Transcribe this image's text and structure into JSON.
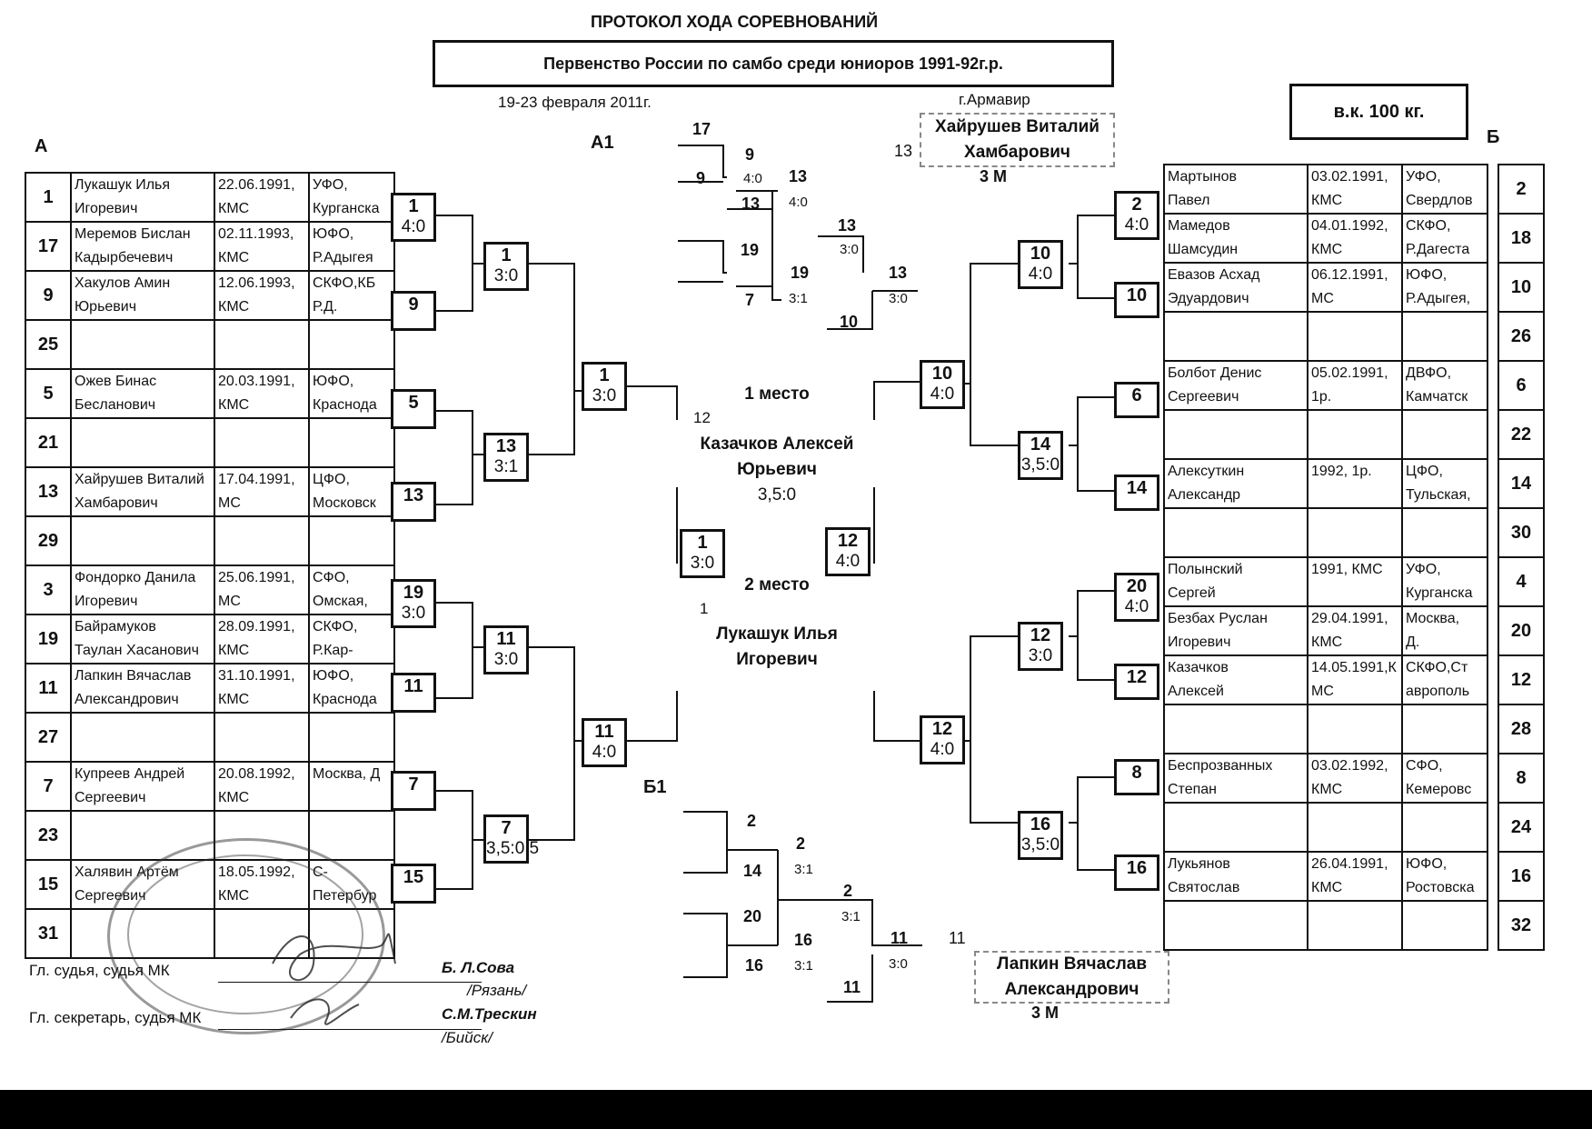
{
  "header": {
    "title": "ПРОТОКОЛ ХОДА СОРЕВНОВАНИЙ",
    "event": "Первенство России по самбо среди юниоров 1991-92г.р.",
    "dates": "19-23 февраля 2011г.",
    "city": "г.Армавир",
    "weight": "в.к. 100 кг."
  },
  "labels": {
    "group_a": "А",
    "group_b": "Б",
    "a1": "А1",
    "b1": "Б1"
  },
  "group_a": [
    {
      "num": "1",
      "name1": "Лукашук Илья",
      "name2": "Игоревич",
      "date1": "22.06.1991,",
      "date2": "КМС",
      "reg1": "УФО,",
      "reg2": "Курганска"
    },
    {
      "num": "17",
      "name1": "Меремов Бислан",
      "name2": "Кадырбечевич",
      "date1": "02.11.1993,",
      "date2": "КМС",
      "reg1": "ЮФО,",
      "reg2": "Р.Адыгея"
    },
    {
      "num": "9",
      "name1": "Хакулов Амин",
      "name2": "Юрьевич",
      "date1": "12.06.1993,",
      "date2": "КМС",
      "reg1": "СКФО,КБ",
      "reg2": "Р.Д."
    },
    {
      "num": "25",
      "name1": "",
      "name2": "",
      "date1": "",
      "date2": "",
      "reg1": "",
      "reg2": ""
    },
    {
      "num": "5",
      "name1": "Ожев Бинас",
      "name2": "Бесланович",
      "date1": "20.03.1991,",
      "date2": "КМС",
      "reg1": "ЮФО,",
      "reg2": "Краснода"
    },
    {
      "num": "21",
      "name1": "",
      "name2": "",
      "date1": "",
      "date2": "",
      "reg1": "",
      "reg2": ""
    },
    {
      "num": "13",
      "name1": "Хайрушев Виталий",
      "name2": "Хамбарович",
      "date1": "17.04.1991,",
      "date2": "МС",
      "reg1": "ЦФО,",
      "reg2": "Московск"
    },
    {
      "num": "29",
      "name1": "",
      "name2": "",
      "date1": "",
      "date2": "",
      "reg1": "",
      "reg2": ""
    },
    {
      "num": "3",
      "name1": "Фондорко Данила",
      "name2": "Игоревич",
      "date1": "25.06.1991,",
      "date2": "МС",
      "reg1": "СФО,",
      "reg2": "Омская,"
    },
    {
      "num": "19",
      "name1": "Байрамуков",
      "name2": "Таулан Хасанович",
      "date1": "28.09.1991,",
      "date2": "КМС",
      "reg1": "СКФО,",
      "reg2": "Р.Кар-"
    },
    {
      "num": "11",
      "name1": "Лапкин Вячаслав",
      "name2": "Александрович",
      "date1": "31.10.1991,",
      "date2": "КМС",
      "reg1": "ЮФО,",
      "reg2": "Краснода"
    },
    {
      "num": "27",
      "name1": "",
      "name2": "",
      "date1": "",
      "date2": "",
      "reg1": "",
      "reg2": ""
    },
    {
      "num": "7",
      "name1": "Купреев Андрей",
      "name2": "Сергеевич",
      "date1": "20.08.1992,",
      "date2": "КМС",
      "reg1": "Москва, Д",
      "reg2": ""
    },
    {
      "num": "23",
      "name1": "",
      "name2": "",
      "date1": "",
      "date2": "",
      "reg1": "",
      "reg2": ""
    },
    {
      "num": "15",
      "name1": "Халявин Артём",
      "name2": "Сергеевич",
      "date1": "18.05.1992,",
      "date2": "КМС",
      "reg1": "С-",
      "reg2": "Петербур"
    },
    {
      "num": "31",
      "name1": "",
      "name2": "",
      "date1": "",
      "date2": "",
      "reg1": "",
      "reg2": ""
    }
  ],
  "group_b": [
    {
      "num": "2",
      "name1": "Мартынов",
      "name2": "Павел",
      "date1": "03.02.1991,",
      "date2": "КМС",
      "reg1": "УФО,",
      "reg2": "Свердлов"
    },
    {
      "num": "18",
      "name1": "Мамедов",
      "name2": "Шамсудин",
      "date1": "04.01.1992,",
      "date2": "КМС",
      "reg1": "СКФО,",
      "reg2": "Р.Дагеста"
    },
    {
      "num": "10",
      "name1": "Евазов Асхад",
      "name2": "Эдуардович",
      "date1": "06.12.1991,",
      "date2": "МС",
      "reg1": "ЮФО,",
      "reg2": "Р.Адыгея,"
    },
    {
      "num": "26",
      "name1": "",
      "name2": "",
      "date1": "",
      "date2": "",
      "reg1": "",
      "reg2": ""
    },
    {
      "num": "6",
      "name1": "Болбот Денис",
      "name2": "Сергеевич",
      "date1": "05.02.1991,",
      "date2": "1р.",
      "reg1": "ДВФО,",
      "reg2": "Камчатск"
    },
    {
      "num": "22",
      "name1": "",
      "name2": "",
      "date1": "",
      "date2": "",
      "reg1": "",
      "reg2": ""
    },
    {
      "num": "14",
      "name1": "Алексуткин",
      "name2": "Александр",
      "date1": "1992, 1р.",
      "date2": "",
      "reg1": "ЦФО,",
      "reg2": "Тульская,"
    },
    {
      "num": "30",
      "name1": "",
      "name2": "",
      "date1": "",
      "date2": "",
      "reg1": "",
      "reg2": ""
    },
    {
      "num": "4",
      "name1": "Полынский",
      "name2": "Сергей",
      "date1": "1991, КМС",
      "date2": "",
      "reg1": "УФО,",
      "reg2": "Курганска"
    },
    {
      "num": "20",
      "name1": "Безбах Руслан",
      "name2": "Игоревич",
      "date1": "29.04.1991,",
      "date2": "КМС",
      "reg1": "Москва,",
      "reg2": "Д."
    },
    {
      "num": "12",
      "name1": "Казачков",
      "name2": "Алексей",
      "date1": "14.05.1991,К",
      "date2": "МС",
      "reg1": "СКФО,Ст",
      "reg2": "аврополь"
    },
    {
      "num": "28",
      "name1": "",
      "name2": "",
      "date1": "",
      "date2": "",
      "reg1": "",
      "reg2": ""
    },
    {
      "num": "8",
      "name1": "Беспрозванных",
      "name2": "Степан",
      "date1": "03.02.1992,",
      "date2": "КМС",
      "reg1": "СФО,",
      "reg2": "Кемеровс"
    },
    {
      "num": "24",
      "name1": "",
      "name2": "",
      "date1": "",
      "date2": "",
      "reg1": "",
      "reg2": ""
    },
    {
      "num": "16",
      "name1": "Лукьянов",
      "name2": "Святослав",
      "date1": "26.04.1991,",
      "date2": "КМС",
      "reg1": "ЮФО,",
      "reg2": "Ростовска"
    },
    {
      "num": "32",
      "name1": "",
      "name2": "",
      "date1": "",
      "date2": "",
      "reg1": "",
      "reg2": ""
    }
  ],
  "bracket_a": {
    "r1": [
      {
        "w": "1",
        "s": "4:0"
      },
      {
        "w": "9",
        "s": ""
      },
      {
        "w": "5",
        "s": ""
      },
      {
        "w": "13",
        "s": ""
      },
      {
        "w": "19",
        "s": "3:0"
      },
      {
        "w": "11",
        "s": ""
      },
      {
        "w": "7",
        "s": ""
      },
      {
        "w": "15",
        "s": ""
      }
    ],
    "r2": [
      {
        "w": "1",
        "s": "3:0"
      },
      {
        "w": "13",
        "s": "3:1"
      },
      {
        "w": "11",
        "s": "3:0"
      },
      {
        "w": "7",
        "s": "3,5:0,5"
      }
    ],
    "r3": [
      {
        "w": "1",
        "s": "3:0"
      },
      {
        "w": "11",
        "s": "4:0"
      }
    ]
  },
  "bracket_b": {
    "r1": [
      {
        "w": "2",
        "s": "4:0"
      },
      {
        "w": "10",
        "s": ""
      },
      {
        "w": "6",
        "s": ""
      },
      {
        "w": "14",
        "s": ""
      },
      {
        "w": "20",
        "s": "4:0"
      },
      {
        "w": "12",
        "s": ""
      },
      {
        "w": "8",
        "s": ""
      },
      {
        "w": "16",
        "s": ""
      }
    ],
    "r2": [
      {
        "w": "10",
        "s": "4:0"
      },
      {
        "w": "14",
        "s": "3,5:0"
      },
      {
        "w": "12",
        "s": "3:0"
      },
      {
        "w": "16",
        "s": "3,5:0"
      }
    ],
    "r3": [
      {
        "w": "10",
        "s": "4:0"
      },
      {
        "w": "12",
        "s": "4:0"
      }
    ]
  },
  "final": {
    "a_winner": "1",
    "a_score": "3:0",
    "b_winner": "12",
    "b_score": "4:0",
    "first_label": "1 место",
    "first_num": "12",
    "first_name1": "Казачков Алексей",
    "first_name2": "Юрьевич",
    "first_score": "3,5:0",
    "second_label": "2 место",
    "second_num": "1",
    "second_name1": "Лукашук Илья",
    "second_name2": "Игоревич"
  },
  "repechage_a1": {
    "p1": "17",
    "p2": "9",
    "w1": "9",
    "s1": "4:0",
    "w1b": "13",
    "q1": "19",
    "q2": "7",
    "w2": "19",
    "s2": "3:1",
    "w3": "13",
    "s3": "4:0",
    "w4": "13",
    "s4": "3:0",
    "w5": "10",
    "w6": "13",
    "s6": "3:0",
    "third_num": "13",
    "third_name1": "Хайрушев Виталий",
    "third_name2": "Хамбарович",
    "third_rank": "3 М"
  },
  "repechage_b1": {
    "p1": "2",
    "p2": "14",
    "w1": "2",
    "s1": "3:1",
    "q1": "20",
    "q2": "16",
    "w2": "16",
    "s2": "3:1",
    "w3": "2",
    "s3": "3:1",
    "w4": "11",
    "w5": "11",
    "s5": "3:0",
    "third_num": "11",
    "third_name1": "Лапкин Вячаслав",
    "third_name2": "Александрович",
    "third_rank": "3 М"
  },
  "signatures": {
    "chief_judge_label": "Гл. судья, судья МК",
    "chief_judge_name": "Б. Л.Сова",
    "chief_judge_city": "/Рязань/",
    "secretary_label": "Гл. секретарь, судья МК",
    "secretary_name": "С.М.Трескин",
    "secretary_city": "/Бийск/"
  }
}
